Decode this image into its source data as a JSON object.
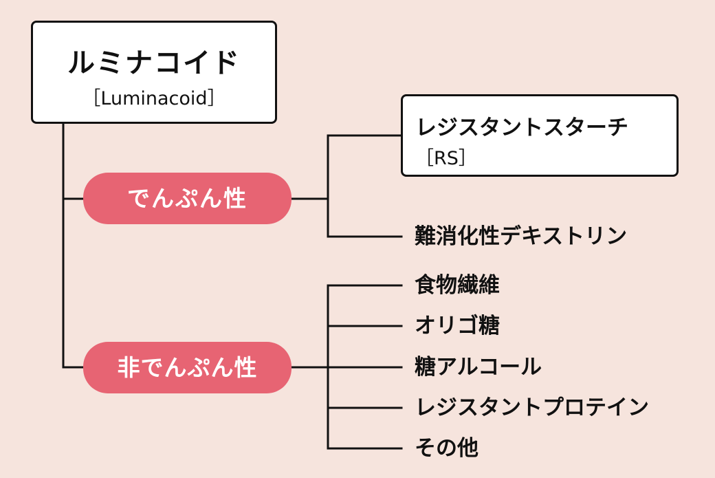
{
  "root": {
    "title": "ルミナコイド",
    "subtitle": "［Luminacoid］"
  },
  "categories": [
    {
      "label": "でんぷん性",
      "items": [
        {
          "title": "レジスタントスターチ",
          "subtitle": "［RS］"
        },
        {
          "title": "難消化性デキストリン"
        }
      ]
    },
    {
      "label": "非でんぷん性",
      "items": [
        {
          "title": "食物繊維"
        },
        {
          "title": "オリゴ糖"
        },
        {
          "title": "糖アルコール"
        },
        {
          "title": "レジスタントプロテイン"
        },
        {
          "title": "その他"
        }
      ]
    }
  ],
  "colors": {
    "background": "#f6e4dd",
    "pill": "#e76473",
    "line": "#111111",
    "box": "#ffffff"
  }
}
